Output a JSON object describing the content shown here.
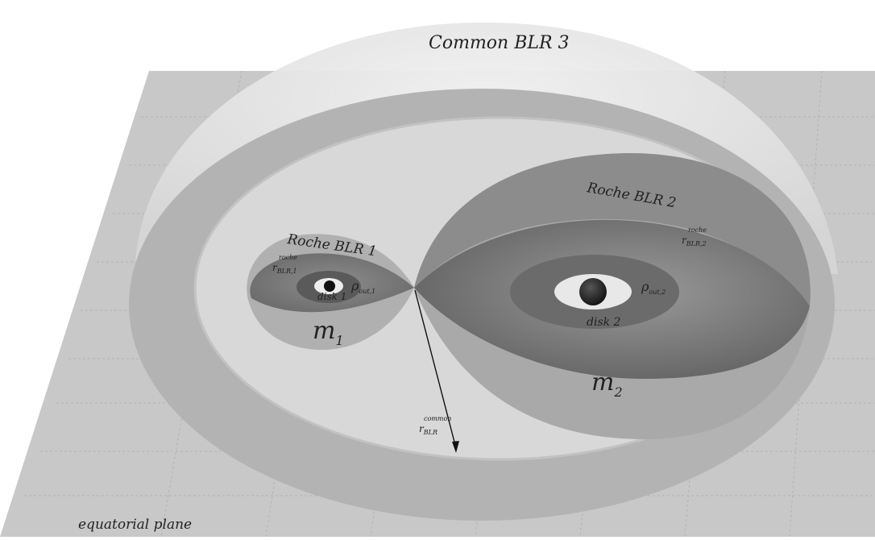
{
  "labels": {
    "common_blr": "Common BLR 3",
    "roche_blr_1": "Roche BLR 1",
    "roche_blr_2": "Roche BLR 2",
    "m1_main": "m",
    "m1_sub": "1",
    "m2_main": "m",
    "m2_sub": "2",
    "disk1": "disk 1",
    "disk2": "disk 2",
    "rho_out1": "ρ",
    "rho_out1_sub": "out,1",
    "rho_out2": "ρ",
    "rho_out2_sub": "out,2",
    "r_blr1": "r",
    "r_blr1_sub": "BLR,1",
    "r_blr1_sup": "roche",
    "r_blr2": "r",
    "r_blr2_sub": "BLR,2",
    "r_blr2_sup": "roche",
    "r_blr_common": "r",
    "r_blr_common_sub": "BLR",
    "r_blr_common_sup": "common",
    "plane": "equatorial plane"
  },
  "colors": {
    "plane": "#c9c9c9",
    "plane_line": "#b5b5b5",
    "common_dome": "#e8e8e8",
    "common_ring": "#b4b4b4",
    "inner_disk": "#d7d7d7",
    "roche_outer": "#bdbdbd",
    "roche_lobe_dark": "#8f8f8f",
    "roche_mid": "#6e6e6e",
    "disk_light": "#e6e6e6",
    "black_hole": "#1a1a1a"
  }
}
